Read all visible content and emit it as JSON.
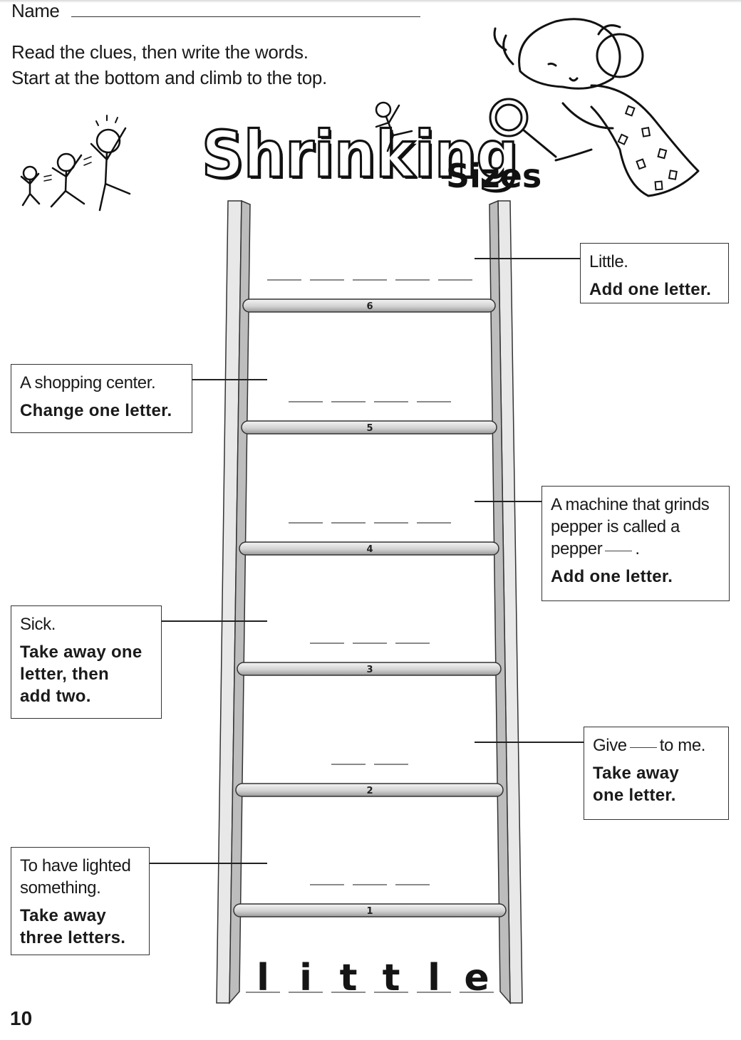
{
  "header": {
    "name_label": "Name",
    "instruction_line1": "Read the clues, then write the words.",
    "instruction_line2": "Start at the bottom and climb to the top."
  },
  "title": {
    "word1": "Shrinking",
    "word2": "Sizes",
    "illustrations": [
      "shrinking-boys-running-illustration",
      "boy-jumping-illustration",
      "girl-with-magnifying-glass-illustration"
    ]
  },
  "ladder": {
    "rungs": [
      {
        "number": "1",
        "blanks": 3
      },
      {
        "number": "2",
        "blanks": 2
      },
      {
        "number": "3",
        "blanks": 3
      },
      {
        "number": "4",
        "blanks": 4
      },
      {
        "number": "5",
        "blanks": 4
      },
      {
        "number": "6",
        "blanks": 5
      }
    ],
    "start_word": [
      "l",
      "i",
      "t",
      "t",
      "l",
      "e"
    ]
  },
  "clues": [
    {
      "step": 1,
      "side": "left",
      "text": [
        "To have lighted",
        "something."
      ],
      "instruction": [
        "Take away",
        "three letters."
      ]
    },
    {
      "step": 2,
      "side": "right",
      "text_before": "Give",
      "text_after": "to me.",
      "instruction": [
        "Take away",
        "one letter."
      ]
    },
    {
      "step": 3,
      "side": "left",
      "text": [
        "Sick."
      ],
      "instruction": [
        "Take away one",
        "letter, then",
        "add two."
      ]
    },
    {
      "step": 4,
      "side": "right",
      "text": [
        "A machine that grinds",
        "pepper is called a"
      ],
      "text_before": "pepper",
      "text_after": ".",
      "instruction": [
        "Add one letter."
      ]
    },
    {
      "step": 5,
      "side": "left",
      "text": [
        "A shopping center."
      ],
      "instruction": [
        "Change one letter."
      ]
    },
    {
      "step": 6,
      "side": "right",
      "text": [
        "Little."
      ],
      "instruction": [
        "Add one letter."
      ]
    }
  ],
  "footer": {
    "page_number": "10"
  }
}
